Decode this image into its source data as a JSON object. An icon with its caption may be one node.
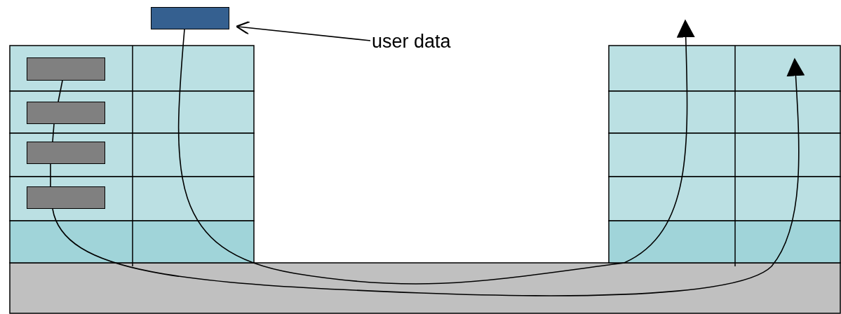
{
  "diagram": {
    "nodes": [
      {
        "text": [],
        "shape": "box"
      },
      {
        "text": [
          "user data"
        ]
      },
      {
        "text": [],
        "shape": "box"
      },
      {
        "text": [],
        "shape": "box"
      },
      {
        "text": [],
        "shape": "box"
      },
      {
        "text": [],
        "shape": "box"
      }
    ],
    "edges": [
      {
        "from": 1,
        "to": 0,
        "arrow": "to"
      },
      {
        "from": 0,
        "to": null,
        "arrow": "to"
      },
      {
        "from": 2,
        "to": 3,
        "arrow": "none"
      },
      {
        "from": 3,
        "to": 4,
        "arrow": "none"
      },
      {
        "from": 4,
        "to": 5,
        "arrow": "none"
      },
      {
        "from": 5,
        "to": null,
        "arrow": "to"
      }
    ]
  }
}
